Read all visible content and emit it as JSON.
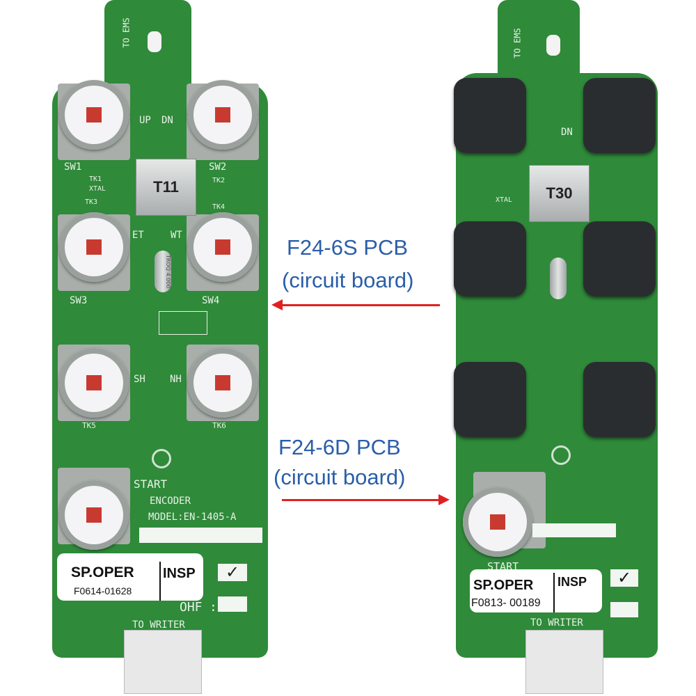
{
  "left_board": {
    "labels": {
      "to_ems": "TO EMS",
      "up": "UP",
      "dn": "DN",
      "sw1": "SW1",
      "sw2": "SW2",
      "tk1": "TK1",
      "xtal": "XTAL",
      "tk3": "TK3",
      "tk2": "TK2",
      "tk4": "TK4",
      "et": "ET",
      "wt": "WT",
      "sw3": "SW3",
      "sw4": "SW4",
      "sh": "SH",
      "nh": "NH",
      "tk5": "TK5",
      "tk6": "TK6",
      "start": "START",
      "encoder": "ENCODER",
      "model": "MODEL:EN-1405-A",
      "ohf": "OHF",
      "to_writer": "TO WRITER"
    },
    "module_label": "T11",
    "crystal_label": "TROQ 4.000",
    "sticker": {
      "title": "SP.OPER",
      "serial": "F0614-01628",
      "insp": "INSP"
    },
    "check": "✓"
  },
  "right_board": {
    "labels": {
      "to_ems": "TO EMS",
      "dn": "DN",
      "xtal": "XTAL",
      "start": "START",
      "to_writer": "TO WRITER"
    },
    "module_label": "T30",
    "sticker": {
      "title": "SP.OPER",
      "serial": "F0813- 00189",
      "insp": "INSP"
    },
    "check": "✓"
  },
  "annotations": {
    "top_line1": "F24-6S  PCB",
    "top_line2": "(circuit board)",
    "bottom_line1": "F24-6D PCB",
    "bottom_line2": "(circuit board)",
    "arrow_color": "#e02020",
    "text_color": "#2a5ea8"
  },
  "colors": {
    "pcb": "#2f8a3a",
    "button_cap": "#f4f4f6",
    "button_center": "#c83a30",
    "black_cap": "#2a2d2f"
  }
}
